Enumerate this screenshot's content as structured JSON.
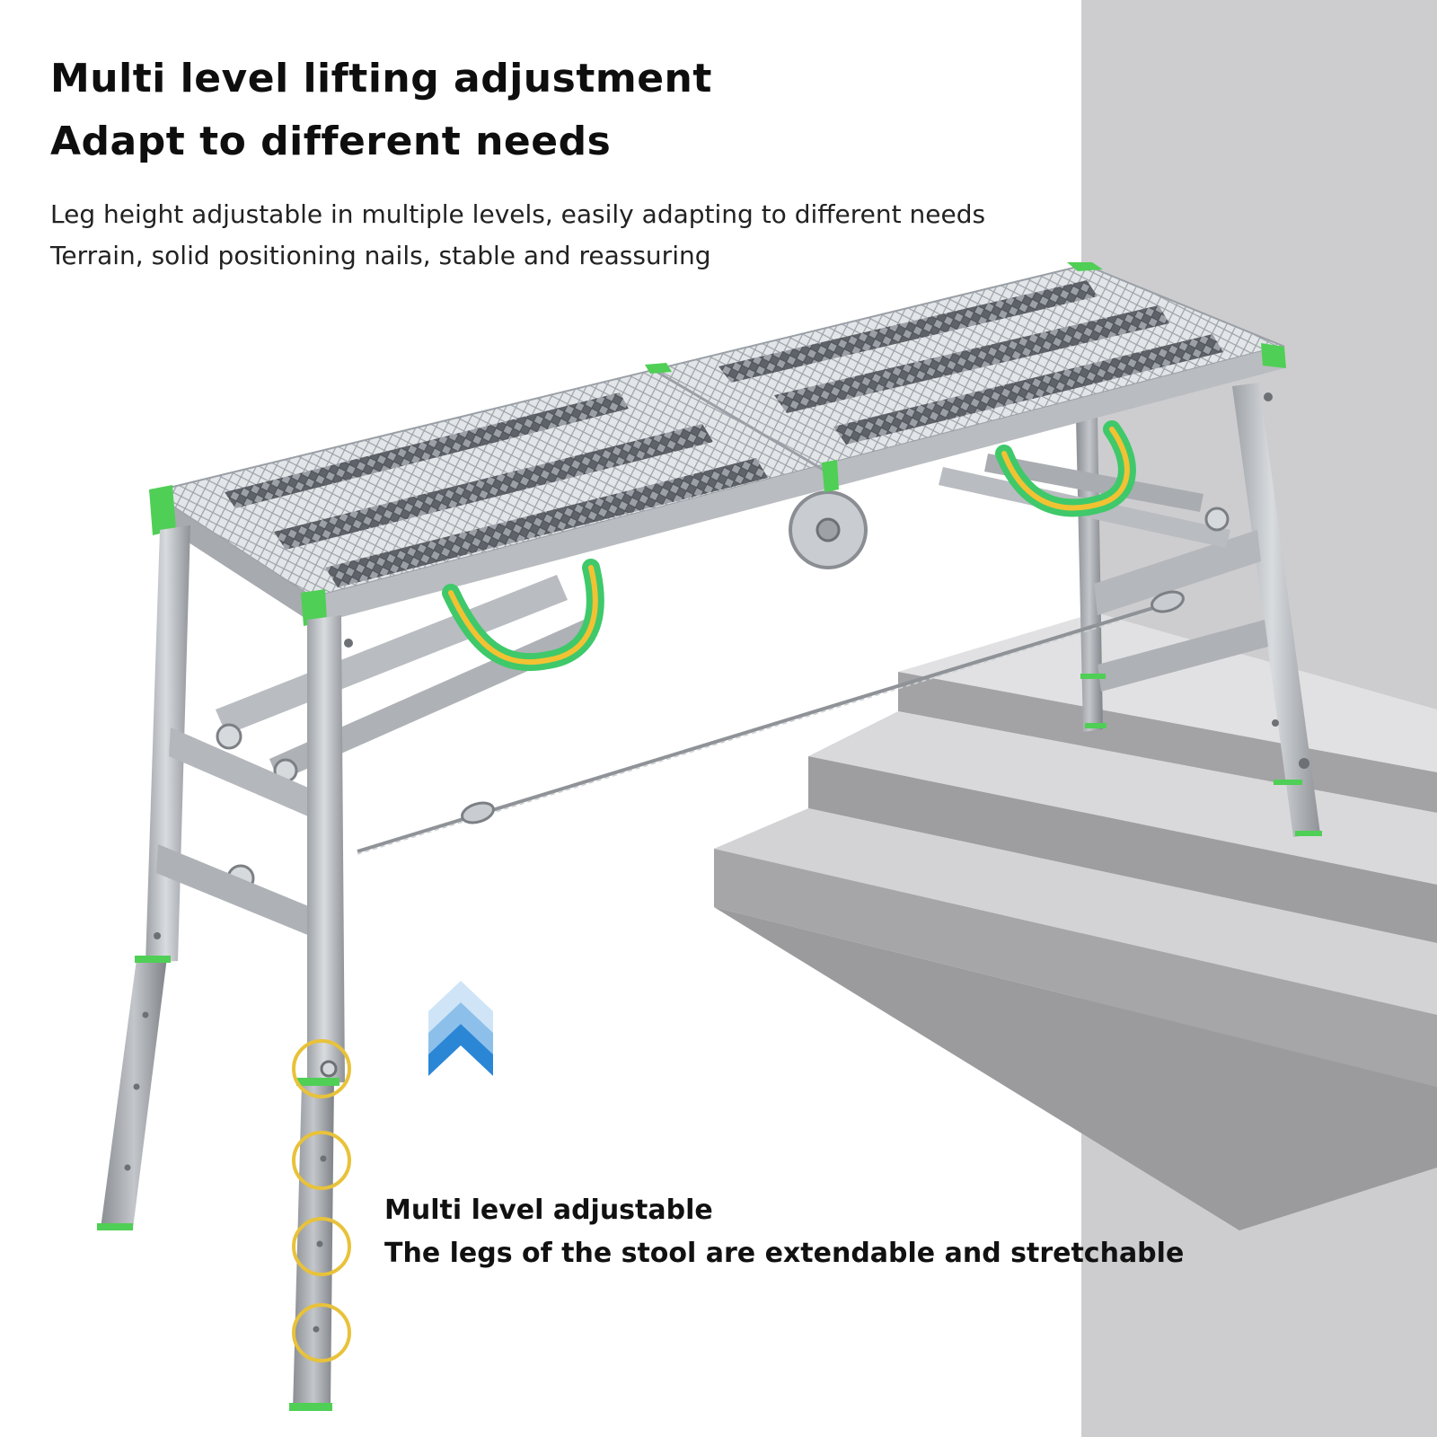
{
  "headline": {
    "line1": "Multi level lifting adjustment",
    "line2": "Adapt to different needs"
  },
  "description": {
    "line1": "Leg height adjustable in multiple levels, easily adapting to different needs",
    "line2": "Terrain, solid positioning nails, stable and reassuring"
  },
  "callout": {
    "line1": "Multi level adjustable",
    "line2": "The legs of the stool are extendable and stretchable"
  },
  "colors": {
    "background": "#ffffff",
    "wall": "#cdcdcf",
    "stairs": "#a9a9ab",
    "aluminum": "#b9bcc0",
    "cap_green": "#4fcf55",
    "strap_green": "#3fc96a",
    "strap_yellow": "#f2c233",
    "ring_gold": "#e8c23a",
    "arrow_blue": "#2b86d6"
  },
  "icons": [
    "up-arrow-icon",
    "position-hole-ring-icon"
  ]
}
